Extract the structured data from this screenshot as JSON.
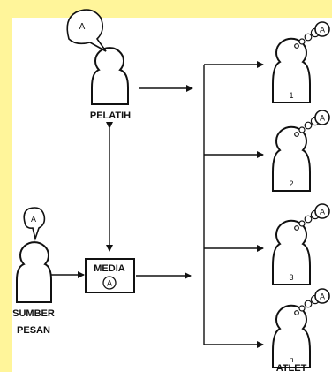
{
  "colors": {
    "background": "#ffffff",
    "highlight": "#fff59a",
    "line": "#111111"
  },
  "labels": {
    "coach": "PELATIH",
    "source_line1": "SUMBER",
    "source_line2": "PESAN",
    "media": "MEDIA",
    "athletes": "ATLET"
  },
  "message_symbol": "A",
  "athletes": [
    {
      "number": "1"
    },
    {
      "number": "2"
    },
    {
      "number": "3"
    },
    {
      "number": "n"
    }
  ]
}
